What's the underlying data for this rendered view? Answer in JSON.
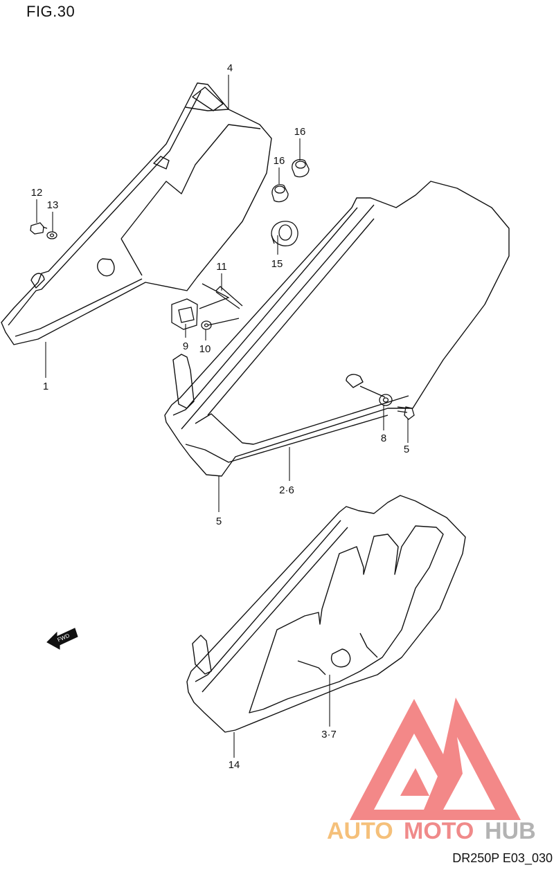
{
  "figure": {
    "title": "FIG.30",
    "drawing_code": "DR250P E03_030"
  },
  "callouts": [
    {
      "id": "c1",
      "label": "1"
    },
    {
      "id": "c26",
      "label": "2·6"
    },
    {
      "id": "c37",
      "label": "3·7"
    },
    {
      "id": "c4",
      "label": "4"
    },
    {
      "id": "c5a",
      "label": "5"
    },
    {
      "id": "c5b",
      "label": "5"
    },
    {
      "id": "c8",
      "label": "8"
    },
    {
      "id": "c9",
      "label": "9"
    },
    {
      "id": "c10",
      "label": "10"
    },
    {
      "id": "c11",
      "label": "11"
    },
    {
      "id": "c12",
      "label": "12"
    },
    {
      "id": "c13",
      "label": "13"
    },
    {
      "id": "c14",
      "label": "14"
    },
    {
      "id": "c15",
      "label": "15"
    },
    {
      "id": "c16a",
      "label": "16"
    },
    {
      "id": "c16b",
      "label": "16"
    }
  ],
  "fwd_arrow": {
    "label": "FWD"
  },
  "watermark": {
    "text_part1": "AUTO",
    "text_part2": "MOTO",
    "text_part3": "HUB",
    "color_auto": "#f5c07a",
    "color_moto": "#f08a8a",
    "color_hub": "#b3b3b3",
    "logo_color": "#f27474"
  }
}
